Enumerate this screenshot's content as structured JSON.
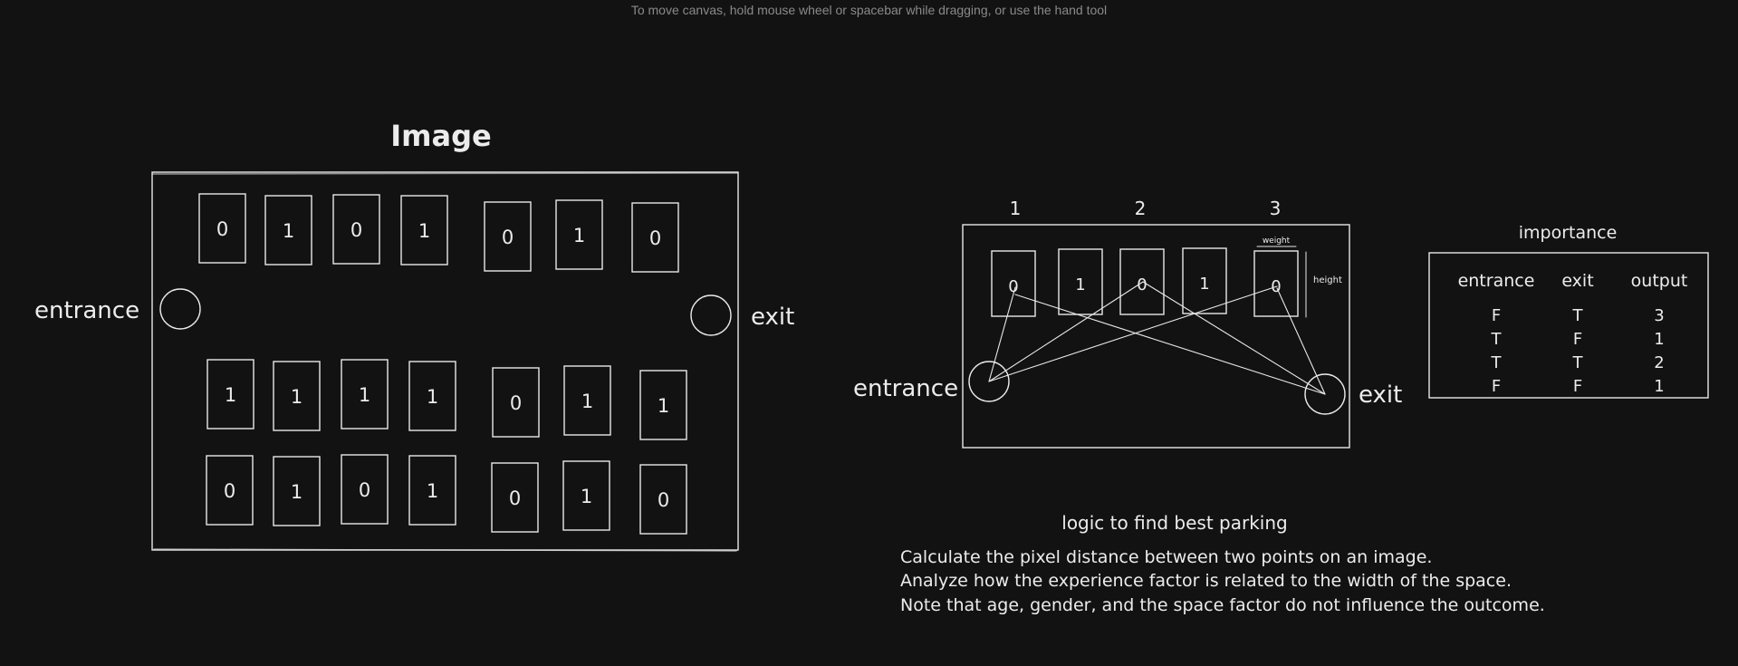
{
  "app": {
    "hint": "To move canvas, hold mouse wheel or spacebar while dragging, or use the hand tool"
  },
  "left_diagram": {
    "title": "Image",
    "entrance_label": "entrance",
    "exit_label": "exit",
    "top_row": [
      "0",
      "1",
      "0",
      "1",
      "0",
      "1",
      "0"
    ],
    "middle_row": [
      "1",
      "1",
      "1",
      "1",
      "0",
      "1",
      "1"
    ],
    "bottom_row": [
      "0",
      "1",
      "0",
      "1",
      "0",
      "1",
      "0"
    ]
  },
  "right_diagram": {
    "column_labels": [
      "1",
      "2",
      "3"
    ],
    "slots": [
      "0",
      "1",
      "0",
      "1",
      "0"
    ],
    "width_label": "weight",
    "height_label": "height",
    "entrance_label": "entrance",
    "exit_label": "exit"
  },
  "importance_table": {
    "title": "importance",
    "headers": [
      "entrance",
      "exit",
      "output"
    ],
    "rows": [
      [
        "F",
        "T",
        "3"
      ],
      [
        "T",
        "F",
        "1"
      ],
      [
        "T",
        "T",
        "2"
      ],
      [
        "F",
        "F",
        "1"
      ]
    ]
  },
  "notes": {
    "heading": "logic to find best parking",
    "lines": [
      "Calculate the pixel distance between two points on an image.",
      "Analyze how the experience factor is related to the width of the space.",
      "Note that age, gender, and the space factor do not influence the outcome."
    ]
  },
  "colors": {
    "background": "#121212",
    "stroke": "#e8e8e8",
    "hint": "#8a8a8a"
  }
}
